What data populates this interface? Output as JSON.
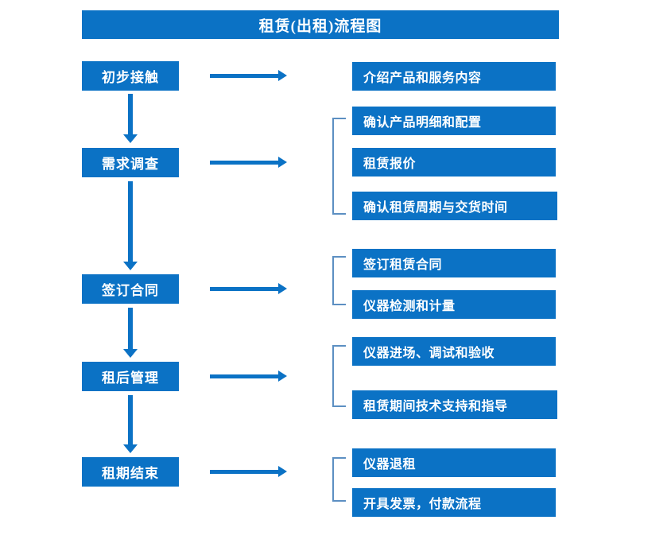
{
  "diagram": {
    "title": "租赁(出租)流程图",
    "accent_color": "#0B72C5",
    "bracket_color": "#5C8FC2",
    "text_color": "#FFFFFF",
    "background_color": "#FFFFFF"
  },
  "stages": [
    {
      "label": "初步接触"
    },
    {
      "label": "需求调查"
    },
    {
      "label": "签订合同"
    },
    {
      "label": "租后管理"
    },
    {
      "label": "租期结束"
    }
  ],
  "details": [
    {
      "label": "介绍产品和服务内容"
    },
    {
      "label": "确认产品明细和配置"
    },
    {
      "label": "租赁报价"
    },
    {
      "label": "确认租赁周期与交货时间"
    },
    {
      "label": "签订租赁合同"
    },
    {
      "label": "仪器检测和计量"
    },
    {
      "label": "仪器进场、调试和验收"
    },
    {
      "label": "租赁期间技术支持和指导"
    },
    {
      "label": "仪器退租"
    },
    {
      "label": "开具发票，付款流程"
    }
  ],
  "icons": {
    "flow_arrow_right": "right-arrow-icon",
    "flow_arrow_down": "down-arrow-icon",
    "group_bracket": "bracket-icon"
  }
}
